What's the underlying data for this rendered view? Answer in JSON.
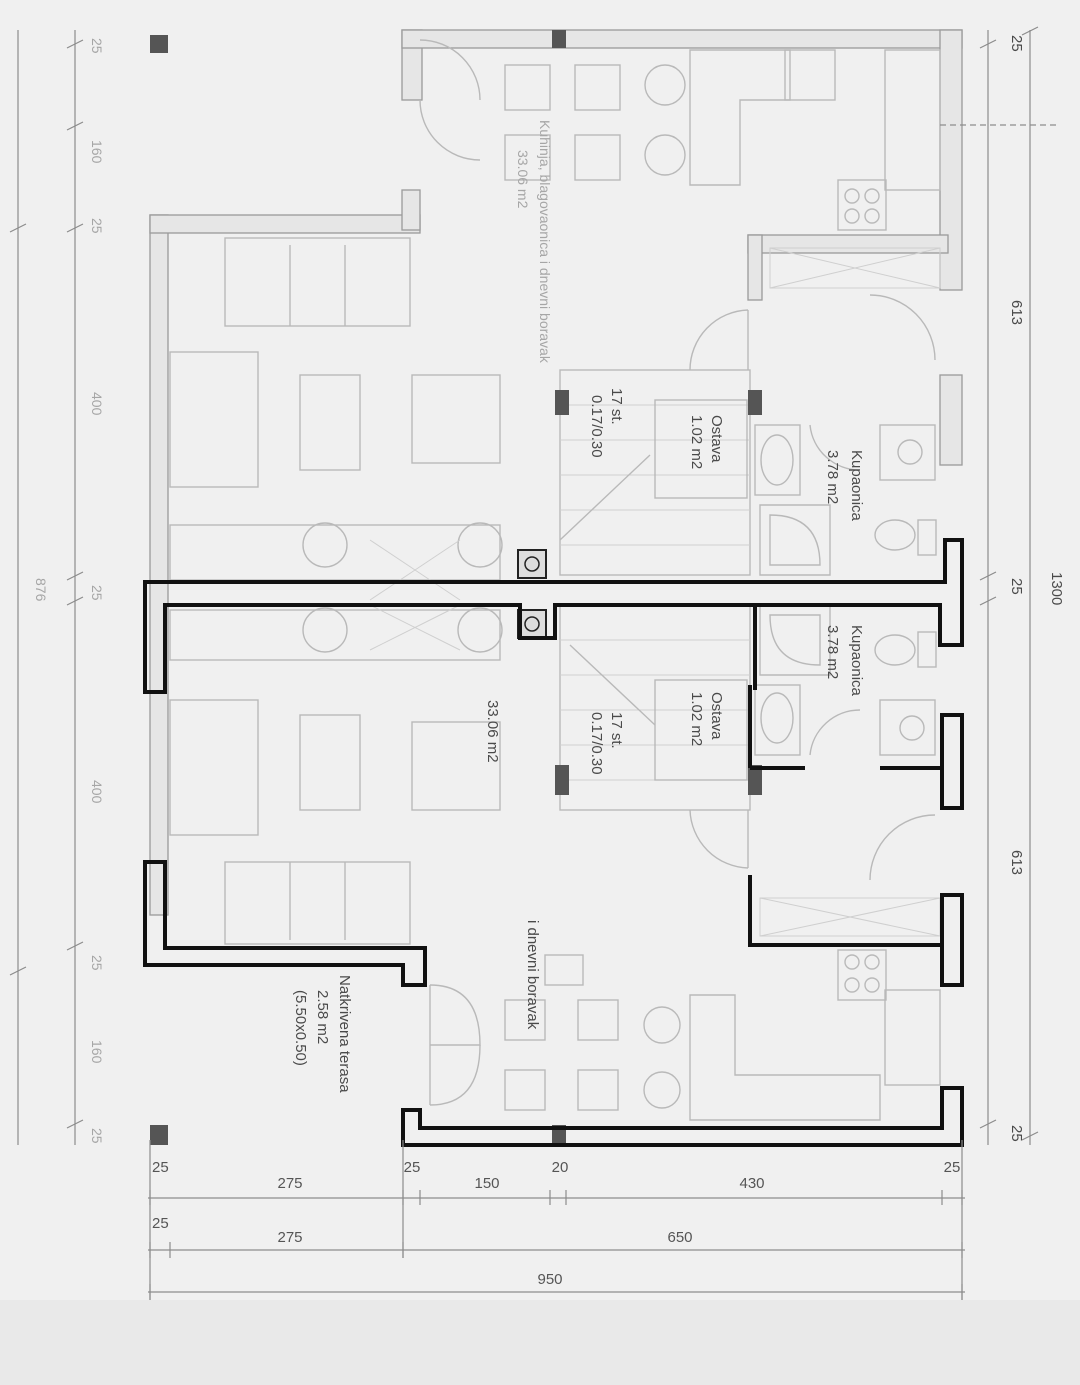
{
  "rooms": {
    "bathroom_upper": {
      "name": "Kupaonica",
      "area": "3.78 m2"
    },
    "bathroom_lower": {
      "name": "Kupaonica",
      "area": "3.78 m2"
    },
    "storage_upper": {
      "name": "Ostava",
      "area": "1.02 m2"
    },
    "storage_lower": {
      "name": "Ostava",
      "area": "1.02 m2"
    },
    "living_upper": {
      "name": "Kuhinja, blagovaonica i dnevni boravak",
      "area": "33.06 m2"
    },
    "living_lower": {
      "name": "i dnevni boravak",
      "area": "33.06 m2"
    },
    "terrace": {
      "name": "Natkrivena terasa",
      "area": "2.58 m2",
      "size": "(5.50x0.50)"
    }
  },
  "stairs": {
    "upper": {
      "steps": "17 st.",
      "spec": "0.17/0.30"
    },
    "lower": {
      "steps": "17 st.",
      "spec": "0.17/0.30"
    }
  },
  "dimensions": {
    "right": [
      "25",
      "613",
      "25",
      "613",
      "25"
    ],
    "right_total": "1300",
    "left": [
      "25",
      "160",
      "25",
      "400",
      "25",
      "400",
      "25",
      "160",
      "25"
    ],
    "left_total": "876",
    "bottom_row1": [
      "25",
      "275",
      "25",
      "150",
      "20",
      "430",
      "25"
    ],
    "bottom_row2": [
      "25",
      "275",
      "650"
    ],
    "bottom_total": "950"
  }
}
